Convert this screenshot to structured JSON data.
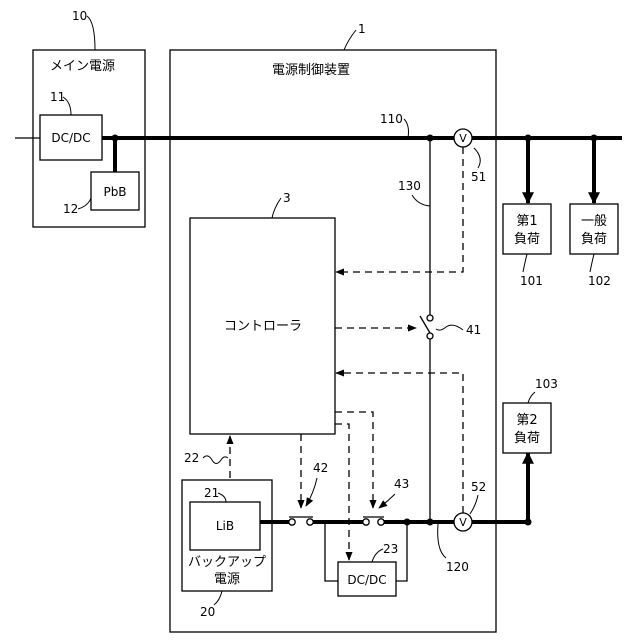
{
  "main_power": {
    "label": "メイン電源",
    "ref": "10"
  },
  "dcdc_main": {
    "label": "DC/DC",
    "ref": "11"
  },
  "pbb": {
    "label": "PbB",
    "ref": "12"
  },
  "controller_device": {
    "label": "電源制御装置",
    "ref": "1"
  },
  "controller": {
    "label": "コントローラ",
    "ref": "3"
  },
  "line_110": "110",
  "line_120": "120",
  "line_130": "130",
  "voltmeter_1": {
    "symbol": "V",
    "ref": "51"
  },
  "voltmeter_2": {
    "symbol": "V",
    "ref": "52"
  },
  "switch_41": "41",
  "switch_42": "42",
  "switch_43": "43",
  "signal_22": "22",
  "load_101": {
    "line1": "第1",
    "line2": "負荷",
    "ref": "101"
  },
  "load_102": {
    "line1": "一般",
    "line2": "負荷",
    "ref": "102"
  },
  "load_103": {
    "line1": "第2",
    "line2": "負荷",
    "ref": "103"
  },
  "backup": {
    "line1": "バックアップ",
    "line2": "電源",
    "ref": "20"
  },
  "lib": {
    "label": "LiB",
    "ref": "21"
  },
  "dcdc_backup": {
    "label": "DC/DC",
    "ref": "23"
  }
}
